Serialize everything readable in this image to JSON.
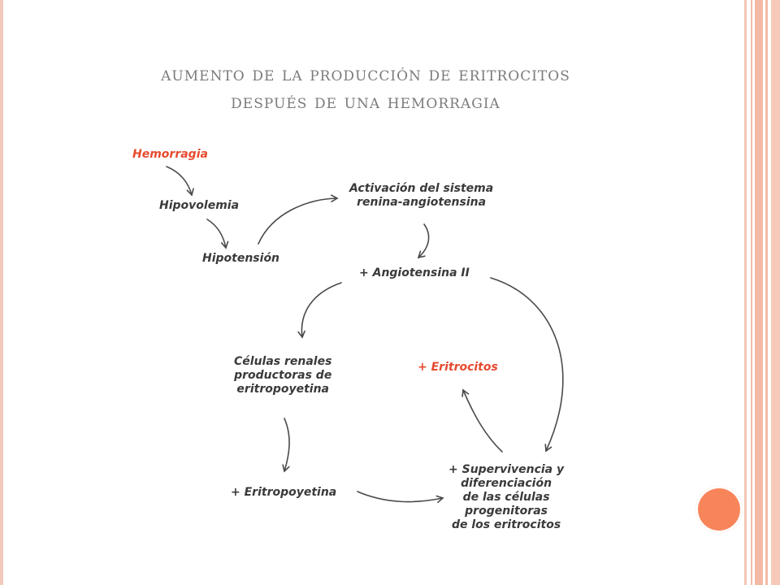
{
  "title": {
    "line1": "aumento de la producción de eritrocitos",
    "line2": "después de una hemorragia"
  },
  "nodes": {
    "hemorragia": "Hemorragia",
    "hipovolemia": "Hipovolemia",
    "hipotension": "Hipotensión",
    "activacion": [
      "Activación del sistema",
      "renina-angiotensina"
    ],
    "angiotensina": "+ Angiotensina II",
    "celulas_renales": [
      "Células renales",
      "productoras de",
      "eritropoyetina"
    ],
    "eritrocitos": "+ Eritrocitos",
    "eritropoyetina": "+ Eritropoyetina",
    "supervivencia": [
      "+ Supervivencia y",
      "diferenciación",
      "de las células",
      "progenitoras",
      "de los eritrocitos"
    ]
  },
  "colors": {
    "highlight": "#e64a2e",
    "text": "#3a3a3a",
    "title": "#7b7b7b",
    "accent_dot": "#f8855a",
    "stripes": "#f4b9a4"
  }
}
